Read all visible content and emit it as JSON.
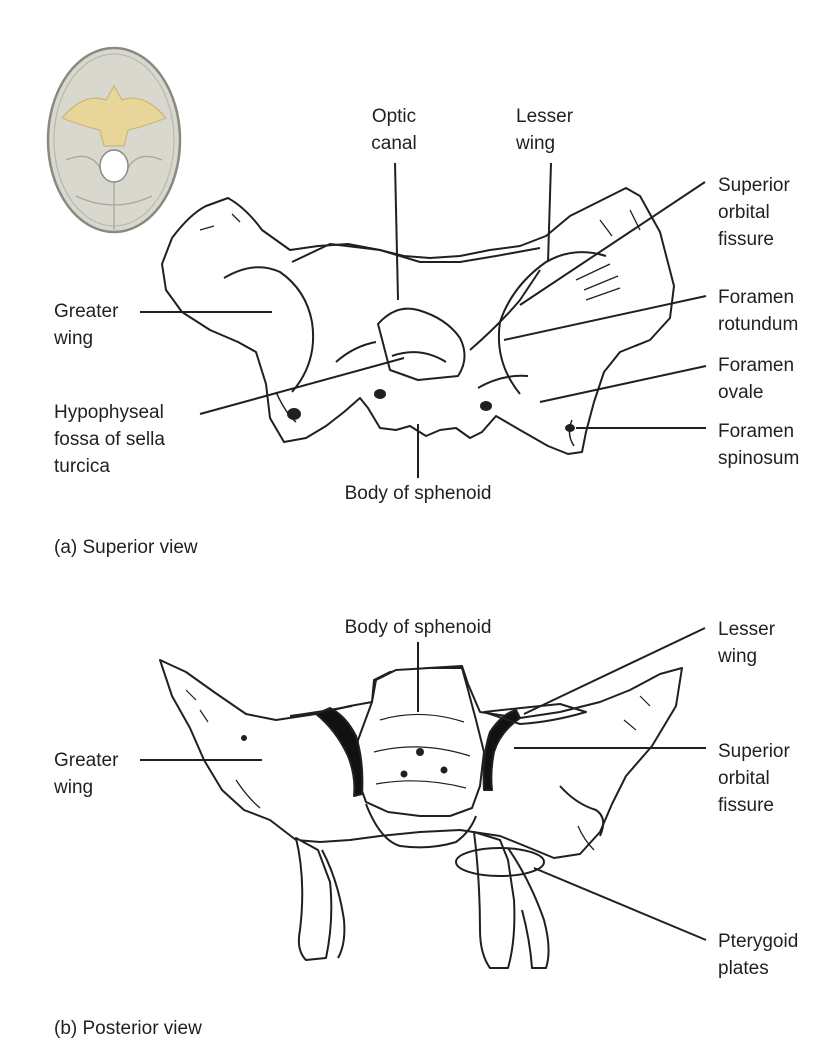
{
  "panels": [
    {
      "caption": "(a) Superior view",
      "labels": {
        "optic_canal": "Optic\ncanal",
        "lesser_wing": "Lesser\nwing",
        "superior_orbital_fissure": "Superior\norbital\nfissure",
        "greater_wing": "Greater\nwing",
        "foramen_rotundum": "Foramen\nrotundum",
        "foramen_ovale": "Foramen\novale",
        "hypophyseal_fossa": "Hypophyseal\nfossa of sella\nturcica",
        "foramen_spinosum": "Foramen\nspinosum",
        "body_of_sphenoid": "Body of sphenoid"
      }
    },
    {
      "caption": "(b) Posterior view",
      "labels": {
        "body_of_sphenoid": "Body of sphenoid",
        "lesser_wing": "Lesser\nwing",
        "greater_wing": "Greater\nwing",
        "superior_orbital_fissure": "Superior\norbital\nfissure",
        "pterygoid_plates": "Pterygoid\nplates"
      }
    }
  ],
  "colors": {
    "line": "#231f20",
    "bone_fill": "#ffffff",
    "skull_fill": "#d9d8cf",
    "skull_stroke": "#8a8a80",
    "sphenoid_highlight": "#e8d59a",
    "fissure_fill": "#111111"
  }
}
